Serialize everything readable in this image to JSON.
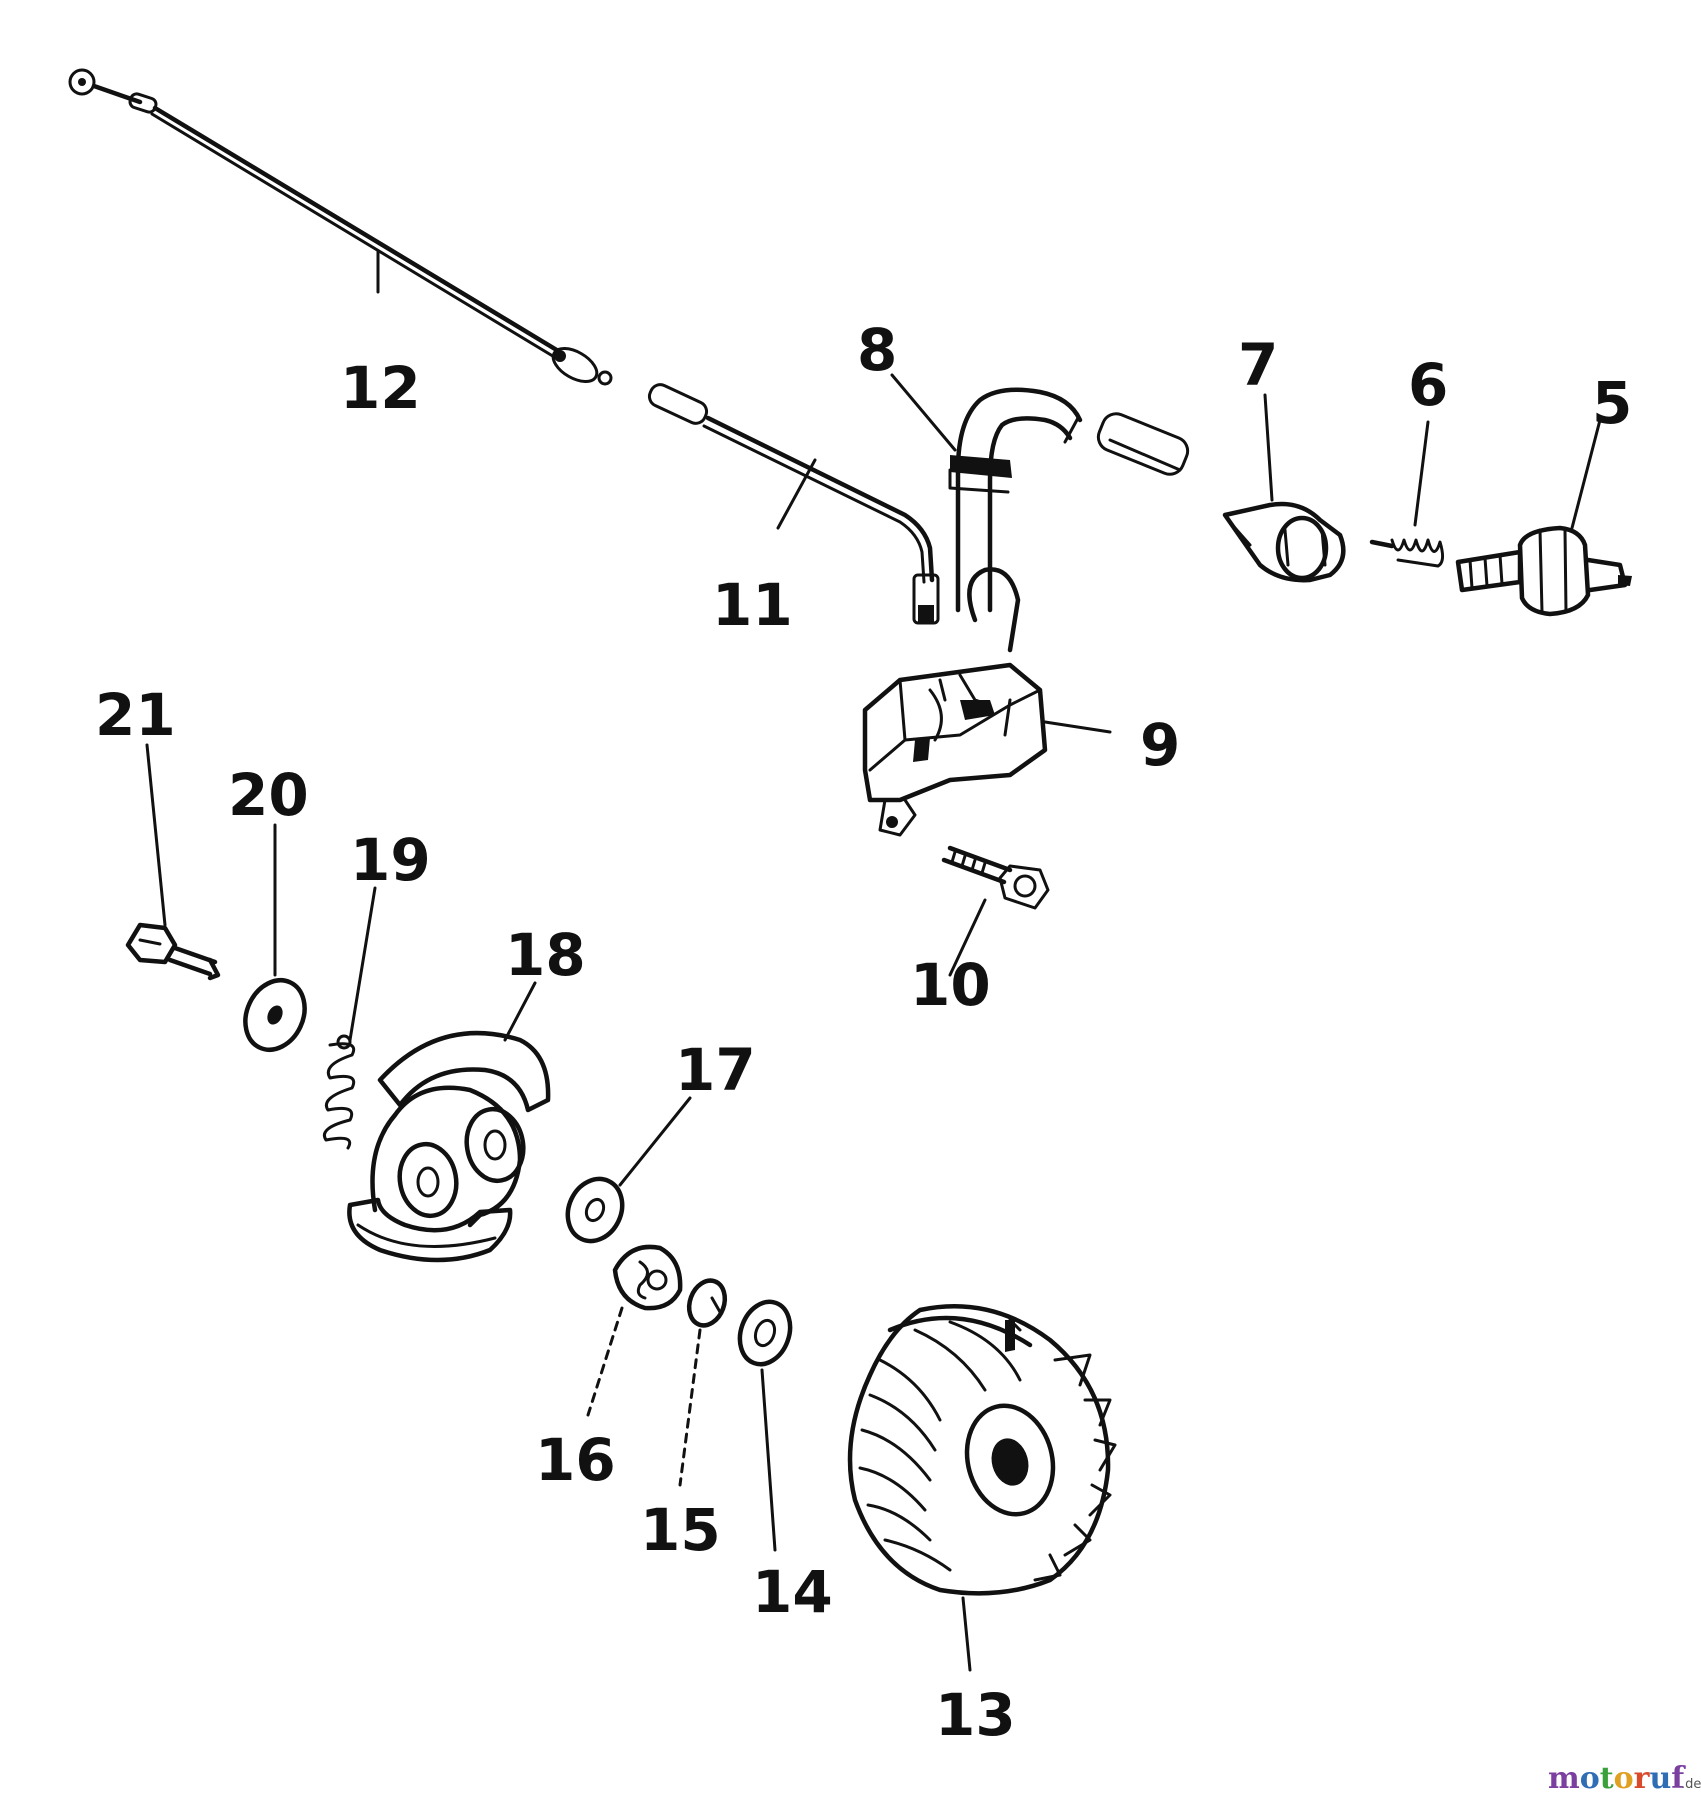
{
  "labels": {
    "p5": "5",
    "p6": "6",
    "p7": "7",
    "p8": "8",
    "p9": "9",
    "p10": "10",
    "p11": "11",
    "p12": "12",
    "p13": "13",
    "p14": "14",
    "p15": "15",
    "p16": "16",
    "p17": "17",
    "p18": "18",
    "p19": "19",
    "p20": "20",
    "p21": "21"
  },
  "watermark": {
    "text": "motoruf",
    "suffix": ".de"
  }
}
